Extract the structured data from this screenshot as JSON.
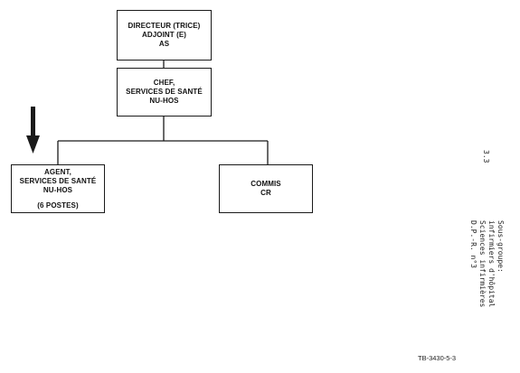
{
  "org_chart": {
    "director": {
      "lines": [
        "DIRECTEUR (TRICE)",
        "ADJOINT (E)",
        "AS"
      ]
    },
    "chef": {
      "lines": [
        "CHEF,",
        "SERVICES DE SANTÉ",
        "NU-HOS"
      ]
    },
    "agent": {
      "lines": [
        "AGENT,",
        "SERVICES DE SANTÉ",
        "NU-HOS"
      ],
      "note": "(6 POSTES)"
    },
    "commis": {
      "lines": [
        "COMMIS",
        "CR"
      ]
    },
    "indicator_icon": "down-arrow-icon"
  },
  "margin_text": {
    "section_number": "3.3",
    "lines": [
      "Sous-groupe:",
      "infirmiers d'hôpital",
      "Sciences infirmières",
      "D.P.-R. n°3"
    ]
  },
  "footer": {
    "code": "TB-3430-5-3"
  },
  "colors": {
    "ink": "#1a1a1a",
    "paper": "#ffffff"
  }
}
